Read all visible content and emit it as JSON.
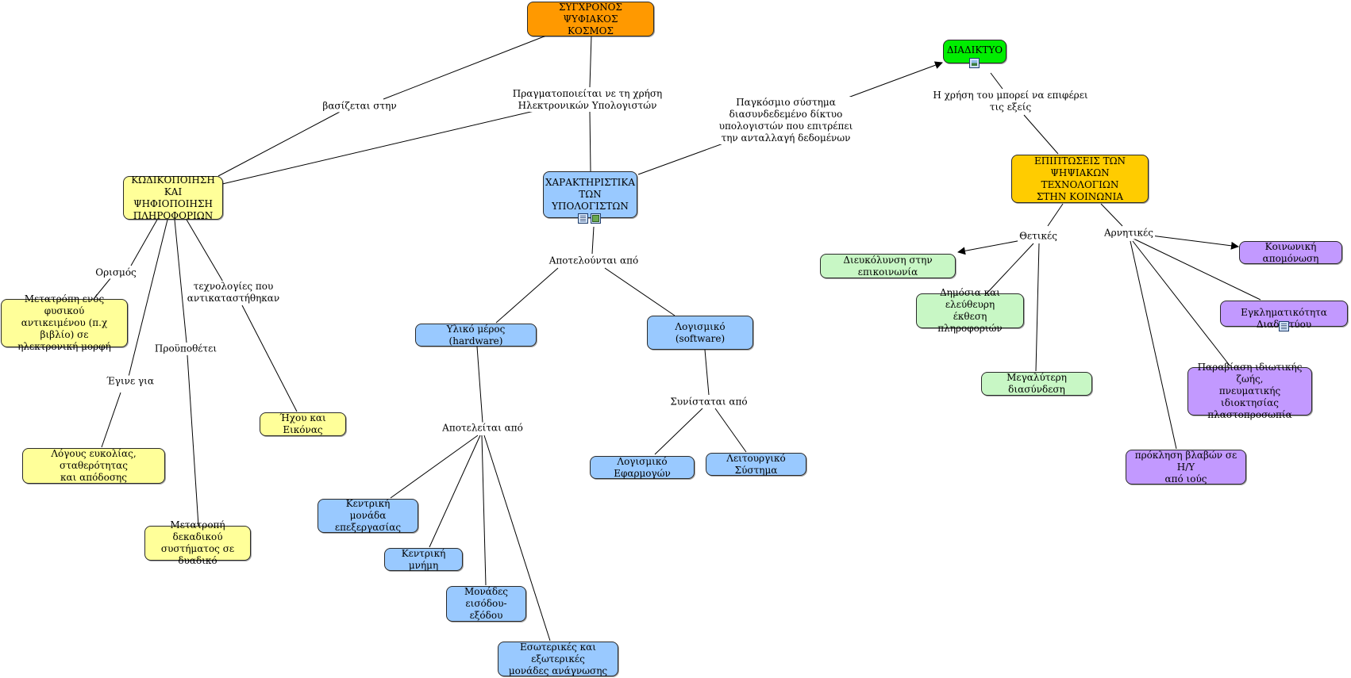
{
  "colors": {
    "root": "#ff9900",
    "internet": "#00ee00",
    "coding": "#ffff99",
    "computer": "#99c9ff",
    "impact": "#ffcc00",
    "positive": "#c8f7c5",
    "negative": "#c299ff",
    "line": "#000000"
  },
  "nodes": {
    "root": "ΣΥΓΧΡΟΝΟΣ ΨΥΦΙΑΚΟΣ\nΚΟΣΜΟΣ",
    "coding": "ΚΩΔΙΚΟΠΟΙΗΣΗ\nΚΑΙ ΨΗΦΙΟΠΟΙΗΣΗ\nΠΛΗΡΟΦΟΡΙΩΝ",
    "definition": "Μετατρόπη ενός φυσικού\nαντικειμένου (π.χ βιβλίο) σε\nηλεκτρονική μορφή",
    "reasons": "Λόγους ευκολίας, σταθερότητας\nκαι απόδοσης",
    "decimal": "Μετατροπή δεκαδικού\nσυστήματος σε δυαδικό",
    "sound": "Ήχου και Εικόνας",
    "features": "ΧΑΡΑΚΤΗΡΙΣΤΙΚΑ\nΤΩΝ\nΥΠΟΛΟΓΙΣΤΩΝ",
    "hardware": "Υλικό μέρος (hardware)",
    "software": "Λογισμικό (software)",
    "cpu": "Κεντρική\nμονάδα επεξεργασίας",
    "memory": "Κεντρική μνήμη",
    "io": "Μονάδες\nεισόδου- εξόδου",
    "storage": "Εσωτερικές και εξωτερικές\nμονάδες ανάγνωσης",
    "apps": "Λογισμικό Εφαρμογών",
    "os": "Λειτουργικό Σύστημα",
    "internet": "ΔΙΑΔΙΚΤΥΟ",
    "impact": "ΕΠΙΠΤΩΣΕΙΣ ΤΩΝ\nΨΗΨΙΑΚΩΝ ΤΕΧΝΟΛΟΓΙΩΝ\nΣΤΗΝ ΚΟΙΝΩΝΙΑ",
    "communication": "Διευκόλυνση στην επικοινωνία",
    "public": "Δημόσια και ελεύθευρη\nέκθεση πληροφοριών",
    "connect": "Μεγαλύτερη διασύνδεση",
    "isolation": "Κοινωνική απομόνωση",
    "crime": "Εγκληματικότητα Διαδικτύου",
    "privacy": "Παραβίαση ιδιωτικής ζωής,\nπνευματικής ιδιοκτησίας\nπλαστοπροσωπία",
    "virus": "πρόκληση βλαβών σε Η/Υ\nαπό ιούς"
  },
  "links": {
    "based": "βασίζεται στην",
    "realized": "Πραγματοποιείται νε τη χρήση\nΗλεκτρονικών Υπολογιστών",
    "global": "Παγκόσμιο σύστημα\nδιασυνδεδεμένο δίκτυο\nυπολογιστών που επιτρέπει\nτην ανταλλαγή δεδομένων",
    "use": "Η χρήση του μπορεί να επιφέρει\nτις εξείς",
    "definition": "Ορισμός",
    "techs": "τεχνολογίες που\nαντικαταστήθηκαν",
    "requires": "Προϋποθέτει",
    "madefor": "Έγινε για",
    "consist": "Αποτελούνται από",
    "consists": "Αποτελείται από",
    "comprises": "Συνίσταται από",
    "positive": "Θετικές",
    "negative": "Αρνητικές"
  }
}
